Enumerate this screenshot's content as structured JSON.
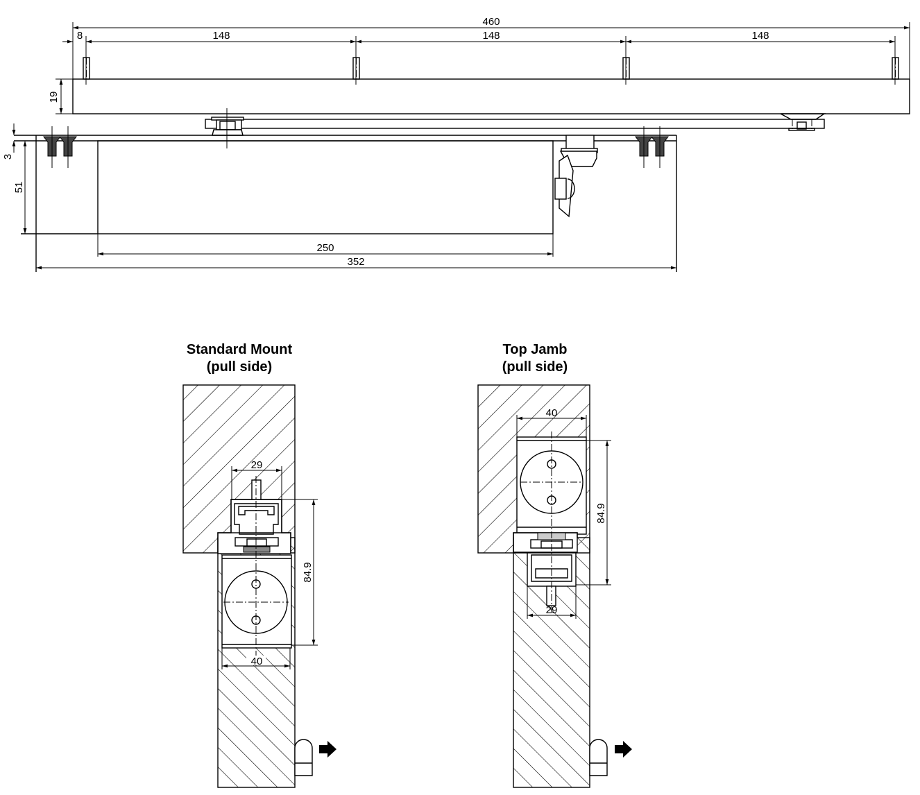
{
  "top_view": {
    "dims": {
      "overall_rail": "460",
      "end_offset": "8",
      "pitch_1": "148",
      "pitch_2": "148",
      "pitch_3": "148",
      "rail_height": "19",
      "plate_thickness": "3",
      "body_height": "51",
      "body_length": "250",
      "plate_length": "352"
    }
  },
  "standard_mount": {
    "title": "Standard Mount",
    "subtitle": "(pull side)",
    "dims": {
      "rail_width": "29",
      "height": "84.9",
      "body_width": "40"
    }
  },
  "top_jamb": {
    "title": "Top Jamb",
    "subtitle": "(pull side)",
    "dims": {
      "body_width": "40",
      "height": "84.9",
      "rail_width": "29"
    }
  },
  "colors": {
    "line": "#000000",
    "background": "#ffffff"
  }
}
